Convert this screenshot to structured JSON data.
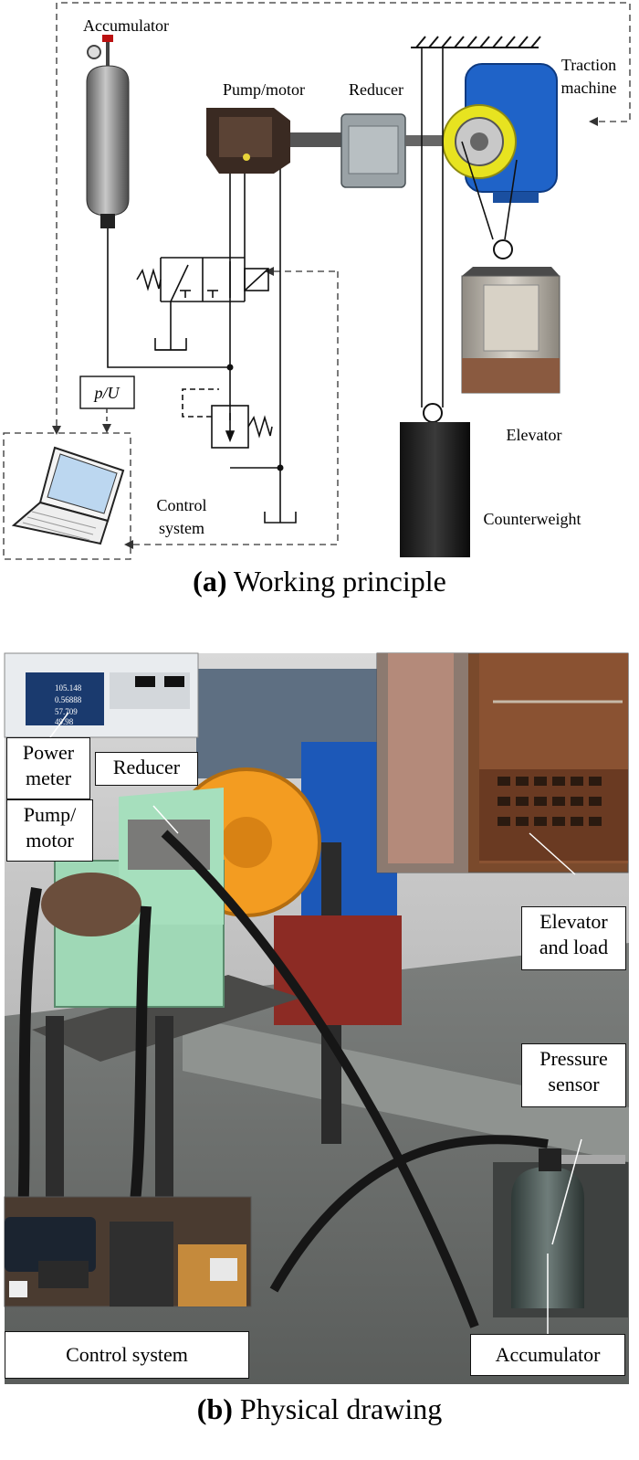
{
  "part_a": {
    "caption_letter": "(a)",
    "caption_text": "Working principle",
    "labels": {
      "accumulator": "Accumulator",
      "pump_motor": "Pump/motor",
      "reducer": "Reducer",
      "traction_line1": "Traction",
      "traction_line2": "machine",
      "elevator": "Elevator",
      "counterweight": "Counterweight",
      "control_line1": "Control",
      "control_line2": "system",
      "sensor": "p/U"
    }
  },
  "part_b": {
    "caption_letter": "(b)",
    "caption_text": "Physical drawing",
    "labels": {
      "power_meter_line1": "Power",
      "power_meter_line2": "meter",
      "reducer": "Reducer",
      "pump_line1": "Pump/",
      "pump_line2": "motor",
      "elevator_line1": "Elevator",
      "elevator_line2": "and load",
      "pressure_line1": "Pressure",
      "pressure_line2": "sensor",
      "control_system": "Control system",
      "accumulator": "Accumulator"
    },
    "meter_readings": [
      "105.148",
      "0.56888",
      "57.709",
      "49.98"
    ]
  }
}
